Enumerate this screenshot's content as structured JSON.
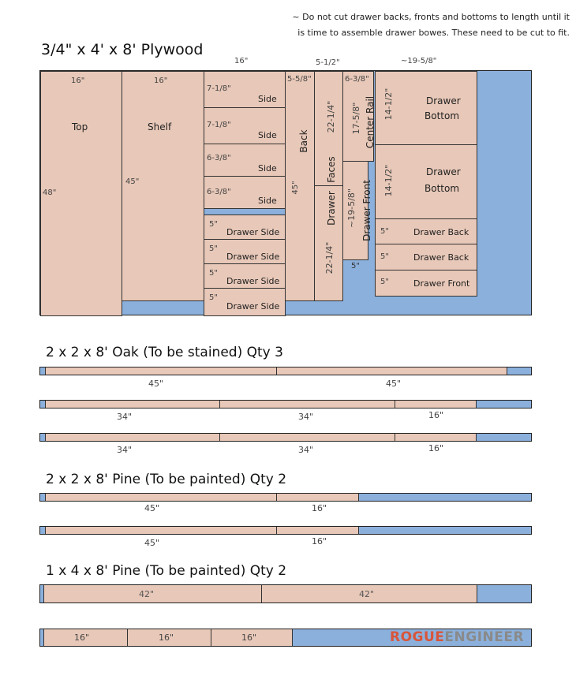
{
  "note": {
    "line1": "~ Do not cut drawer backs, fronts and bottoms to length until it",
    "line2": "is time to assemble drawer bowes. These need to be cut to fit."
  },
  "plywood": {
    "title": "3/4\" x 4' x 8' Plywood",
    "col_dims": {
      "c3": "16\"",
      "c5": "5-1/2\"",
      "c7": "~19-5/8\""
    },
    "top": {
      "width": "16\"",
      "label": "Top",
      "length": "48\""
    },
    "shelf": {
      "width": "16\"",
      "label": "Shelf",
      "length": "45\""
    },
    "sides": [
      {
        "dim": "7-1/8\"",
        "label": "Side"
      },
      {
        "dim": "7-1/8\"",
        "label": "Side"
      },
      {
        "dim": "6-3/8\"",
        "label": "Side"
      },
      {
        "dim": "6-3/8\"",
        "label": "Side"
      }
    ],
    "drawer_sides": [
      {
        "dim": "5\"",
        "label": "Drawer Side"
      },
      {
        "dim": "5\"",
        "label": "Drawer Side"
      },
      {
        "dim": "5\"",
        "label": "Drawer Side"
      },
      {
        "dim": "5\"",
        "label": "Drawer Side"
      }
    ],
    "back": {
      "width": "5-5/8\"",
      "label": "Back",
      "length": "45\""
    },
    "faces": {
      "len1": "22-1/4\"",
      "label1": "Faces",
      "label2": "Drawer",
      "len2": "22-1/4\""
    },
    "center_rail": {
      "width": "6-3/8\"",
      "len": "17-5/8\"",
      "label": "Center Rail"
    },
    "drawer_front_v": {
      "len": "~19-5/8\"",
      "label": "Drawer Front",
      "scrap": "5\""
    },
    "bottoms": [
      {
        "dim": "14-1/2\"",
        "label1": "Drawer",
        "label2": "Bottom"
      },
      {
        "dim": "14-1/2\"",
        "label1": "Drawer",
        "label2": "Bottom"
      }
    ],
    "small": [
      {
        "dim": "5\"",
        "label": "Drawer Back"
      },
      {
        "dim": "5\"",
        "label": "Drawer Back"
      },
      {
        "dim": "5\"",
        "label": "Drawer Front"
      }
    ]
  },
  "oak": {
    "title": "2 x 2 x 8' Oak (To be stained) Qty 3",
    "boards": [
      {
        "cuts": [
          "45\"",
          "45\""
        ]
      },
      {
        "cuts": [
          "34\"",
          "34\"",
          "16\""
        ]
      },
      {
        "cuts": [
          "34\"",
          "34\"",
          "16\""
        ]
      }
    ]
  },
  "pine22": {
    "title": "2 x 2 x 8' Pine (To be painted) Qty 2",
    "boards": [
      {
        "cuts": [
          "45\"",
          "16\""
        ]
      },
      {
        "cuts": [
          "45\"",
          "16\""
        ]
      }
    ]
  },
  "pine14": {
    "title": "1 x 4 x 8' Pine (To be painted) Qty 2",
    "boards": [
      {
        "cuts": [
          "42\"",
          "42\""
        ]
      },
      {
        "cuts": [
          "16\"",
          "16\"",
          "16\""
        ]
      }
    ]
  },
  "logo": {
    "part1": "ROGUE",
    "part2": "ENGINEER",
    "colors": {
      "rogue": "#d9553a",
      "engineer": "#8a8a8a"
    }
  },
  "colors": {
    "wood": "#e8c8b8",
    "scrap": "#8bb0dc",
    "outline": "#222222"
  }
}
